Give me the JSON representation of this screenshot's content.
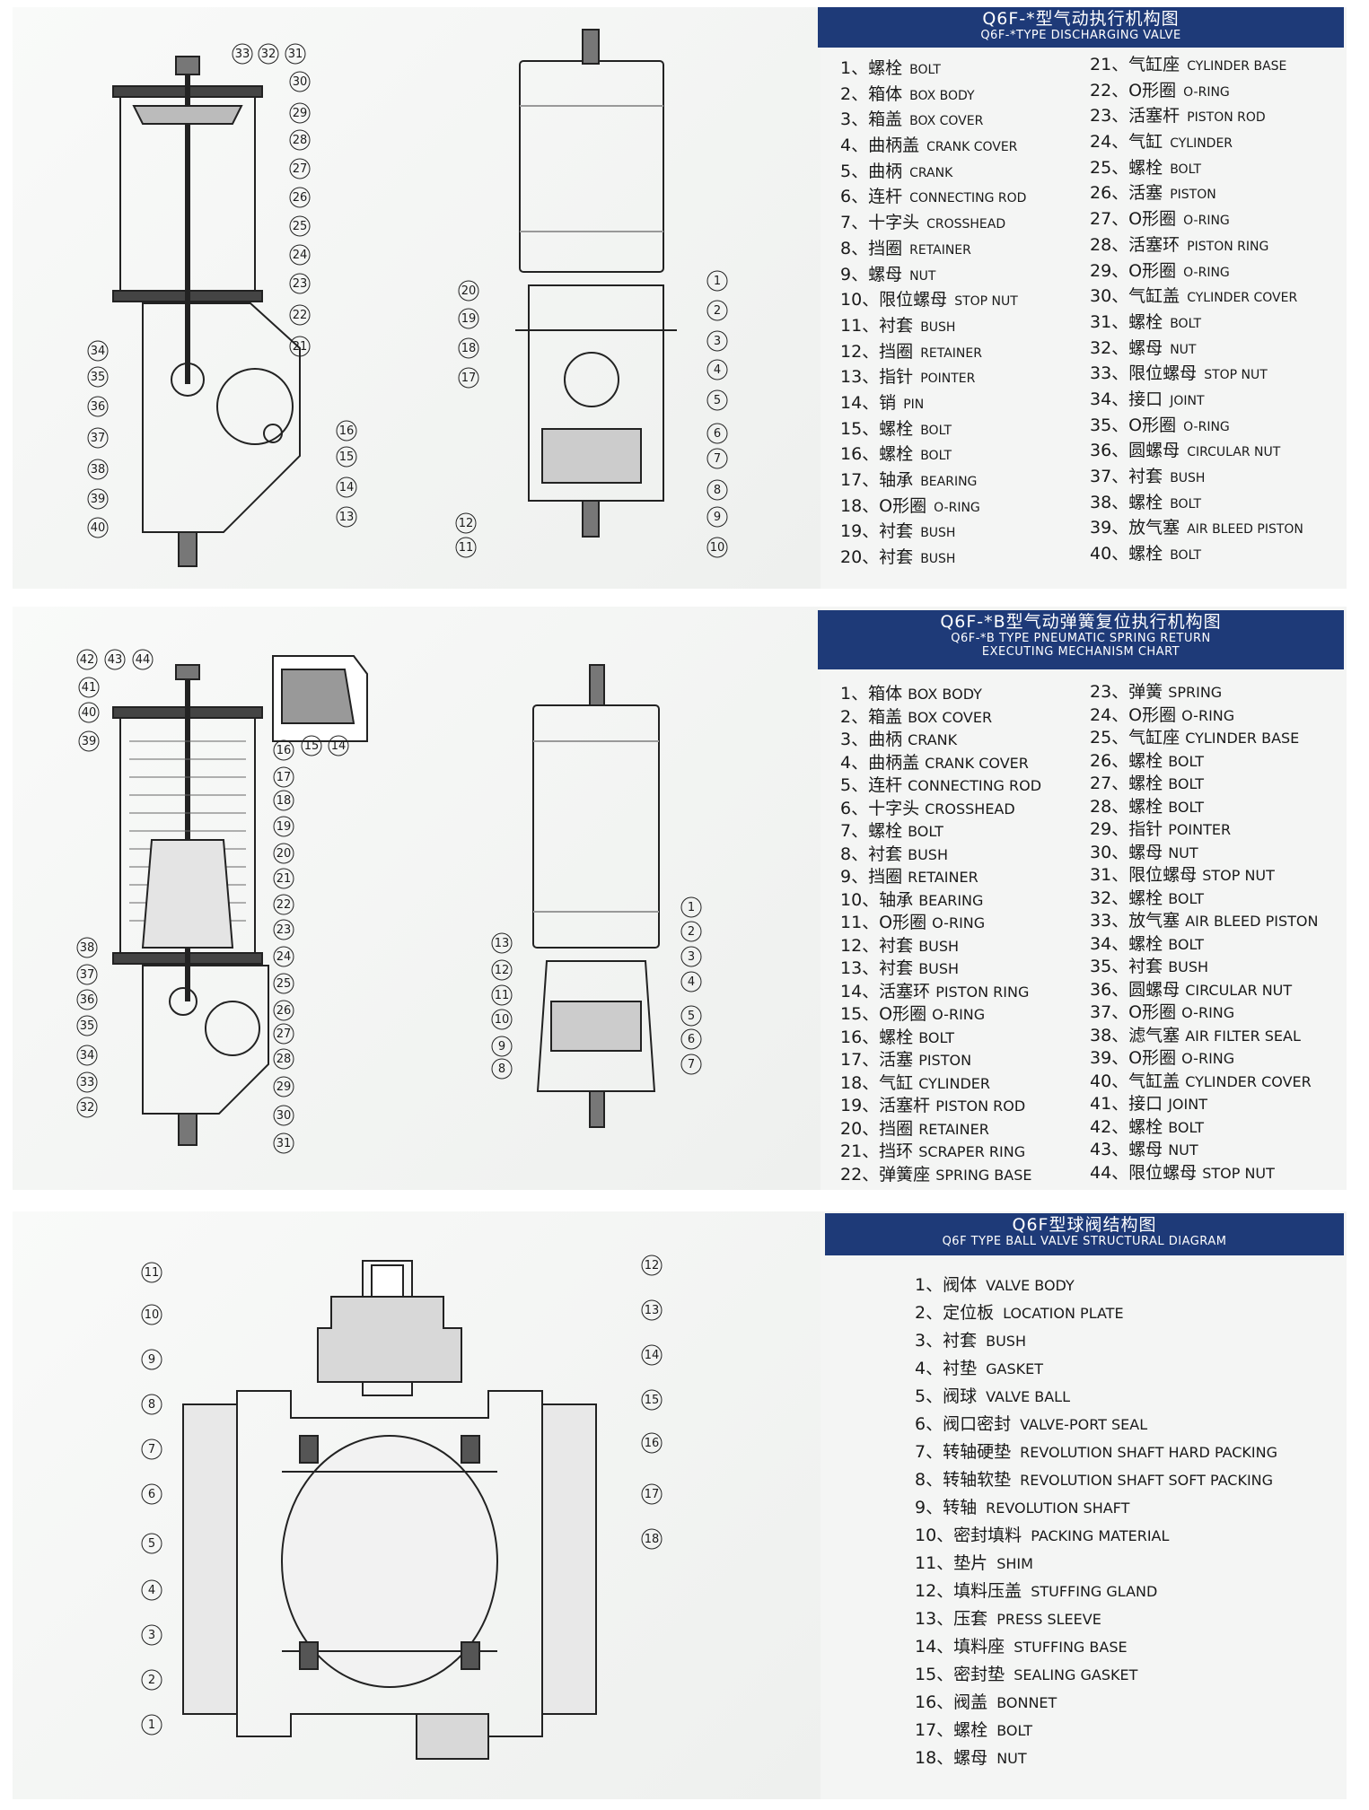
{
  "sections": [
    {
      "title_zh": "Q6F-*型气动执行机构图",
      "title_en": "Q6F-*TYPE DISCHARGING VALVE",
      "parts_col1": [
        {
          "zh": "1、螺栓",
          "en": "BOLT"
        },
        {
          "zh": "2、箱体",
          "en": "BOX BODY"
        },
        {
          "zh": "3、箱盖",
          "en": "BOX COVER"
        },
        {
          "zh": "4、曲柄盖",
          "en": "CRANK COVER"
        },
        {
          "zh": "5、曲柄",
          "en": "CRANK"
        },
        {
          "zh": "6、连杆",
          "en": "CONNECTING ROD"
        },
        {
          "zh": "7、十字头",
          "en": "CROSSHEAD"
        },
        {
          "zh": "8、挡圈",
          "en": "RETAINER"
        },
        {
          "zh": "9、螺母",
          "en": "NUT"
        },
        {
          "zh": "10、限位螺母",
          "en": "STOP NUT"
        },
        {
          "zh": "11、衬套",
          "en": "BUSH"
        },
        {
          "zh": "12、挡圈",
          "en": "RETAINER"
        },
        {
          "zh": "13、指针",
          "en": "POINTER"
        },
        {
          "zh": "14、销",
          "en": "PIN"
        },
        {
          "zh": "15、螺栓",
          "en": "BOLT"
        },
        {
          "zh": "16、螺栓",
          "en": "BOLT"
        },
        {
          "zh": "17、轴承",
          "en": "BEARING"
        },
        {
          "zh": "18、O形圈",
          "en": "O-RING"
        },
        {
          "zh": "19、衬套",
          "en": "BUSH"
        },
        {
          "zh": "20、衬套",
          "en": "BUSH"
        }
      ],
      "parts_col2": [
        {
          "zh": "21、气缸座",
          "en": "CYLINDER BASE"
        },
        {
          "zh": "22、O形圈",
          "en": "O-RING"
        },
        {
          "zh": "23、活塞杆",
          "en": "PISTON ROD"
        },
        {
          "zh": "24、气缸",
          "en": "CYLINDER"
        },
        {
          "zh": "25、螺栓",
          "en": "BOLT"
        },
        {
          "zh": "26、活塞",
          "en": "PISTON"
        },
        {
          "zh": "27、O形圈",
          "en": "O-RING"
        },
        {
          "zh": "28、活塞环",
          "en": "PISTON RING"
        },
        {
          "zh": "29、O形圈",
          "en": "O-RING"
        },
        {
          "zh": "30、气缸盖",
          "en": "CYLINDER COVER"
        },
        {
          "zh": "31、螺栓",
          "en": "BOLT"
        },
        {
          "zh": "32、螺母",
          "en": "NUT"
        },
        {
          "zh": "33、限位螺母",
          "en": "STOP NUT"
        },
        {
          "zh": "34、接口",
          "en": "JOINT"
        },
        {
          "zh": "35、O形圈",
          "en": "O-RING"
        },
        {
          "zh": "36、圆螺母",
          "en": "CIRCULAR NUT"
        },
        {
          "zh": "37、衬套",
          "en": "BUSH"
        },
        {
          "zh": "38、螺栓",
          "en": "BOLT"
        },
        {
          "zh": "39、放气塞",
          "en": "AIR BLEED PISTON"
        },
        {
          "zh": "40、螺栓",
          "en": "BOLT"
        }
      ],
      "callouts_left": [
        "33",
        "32",
        "31",
        "30",
        "29",
        "28",
        "27",
        "26",
        "25",
        "24",
        "23",
        "22",
        "21",
        "34",
        "35",
        "36",
        "37",
        "38",
        "39",
        "40",
        "16",
        "15",
        "14",
        "13"
      ],
      "callouts_right": [
        "20",
        "19",
        "18",
        "17",
        "1",
        "2",
        "3",
        "4",
        "5",
        "6",
        "7",
        "8",
        "9",
        "10",
        "12",
        "11"
      ]
    },
    {
      "title_zh": "Q6F-*B型气动弹簧复位执行机构图",
      "title_en_1": "Q6F-*B TYPE PNEUMATIC SPRING RETURN",
      "title_en_2": "EXECUTING MECHANISM CHART",
      "parts_col1": [
        {
          "zh": "1、箱体",
          "en": "BOX BODY"
        },
        {
          "zh": "2、箱盖",
          "en": "BOX COVER"
        },
        {
          "zh": "3、曲柄",
          "en": "CRANK"
        },
        {
          "zh": "4、曲柄盖",
          "en": "CRANK COVER"
        },
        {
          "zh": "5、连杆",
          "en": "CONNECTING ROD"
        },
        {
          "zh": "6、十字头",
          "en": "CROSSHEAD"
        },
        {
          "zh": "7、螺栓",
          "en": "BOLT"
        },
        {
          "zh": "8、衬套",
          "en": "BUSH"
        },
        {
          "zh": "9、挡圈",
          "en": "RETAINER"
        },
        {
          "zh": "10、轴承",
          "en": "BEARING"
        },
        {
          "zh": "11、O形圈",
          "en": "O-RING"
        },
        {
          "zh": "12、衬套",
          "en": "BUSH"
        },
        {
          "zh": "13、衬套",
          "en": "BUSH"
        },
        {
          "zh": "14、活塞环",
          "en": "PISTON RING"
        },
        {
          "zh": "15、O形圈",
          "en": "O-RING"
        },
        {
          "zh": "16、螺栓",
          "en": "BOLT"
        },
        {
          "zh": "17、活塞",
          "en": "PISTON"
        },
        {
          "zh": "18、气缸",
          "en": "CYLINDER"
        },
        {
          "zh": "19、活塞杆",
          "en": "PISTON ROD"
        },
        {
          "zh": "20、挡圈",
          "en": "RETAINER"
        },
        {
          "zh": "21、挡环",
          "en": "SCRAPER RING"
        },
        {
          "zh": "22、弹簧座",
          "en": "SPRING BASE"
        }
      ],
      "parts_col2": [
        {
          "zh": "23、弹簧",
          "en": "SPRING"
        },
        {
          "zh": "24、O形圈",
          "en": "O-RING"
        },
        {
          "zh": "25、气缸座",
          "en": "CYLINDER BASE"
        },
        {
          "zh": "26、螺栓",
          "en": "BOLT"
        },
        {
          "zh": "27、螺栓",
          "en": "BOLT"
        },
        {
          "zh": "28、螺栓",
          "en": "BOLT"
        },
        {
          "zh": "29、指针",
          "en": "POINTER"
        },
        {
          "zh": "30、螺母",
          "en": "NUT"
        },
        {
          "zh": "31、限位螺母",
          "en": "STOP NUT"
        },
        {
          "zh": "32、螺栓",
          "en": "BOLT"
        },
        {
          "zh": "33、放气塞",
          "en": "AIR BLEED PISTON"
        },
        {
          "zh": "34、螺栓",
          "en": "BOLT"
        },
        {
          "zh": "35、衬套",
          "en": "BUSH"
        },
        {
          "zh": "36、圆螺母",
          "en": "CIRCULAR NUT"
        },
        {
          "zh": "37、O形圈",
          "en": "O-RING"
        },
        {
          "zh": "38、滤气塞",
          "en": "AIR FILTER SEAL"
        },
        {
          "zh": "39、O形圈",
          "en": "O-RING"
        },
        {
          "zh": "40、气缸盖",
          "en": "CYLINDER COVER"
        },
        {
          "zh": "41、接口",
          "en": "JOINT"
        },
        {
          "zh": "42、螺栓",
          "en": "BOLT"
        },
        {
          "zh": "43、螺母",
          "en": "NUT"
        },
        {
          "zh": "44、限位螺母",
          "en": "STOP NUT"
        }
      ],
      "callouts_left": [
        "42",
        "43",
        "44",
        "41",
        "40",
        "39",
        "16",
        "15",
        "14",
        "17",
        "18",
        "19",
        "20",
        "21",
        "22",
        "23",
        "24",
        "25",
        "26",
        "27",
        "28",
        "29",
        "30",
        "31",
        "38",
        "37",
        "36",
        "35",
        "34",
        "33",
        "32"
      ],
      "callouts_right": [
        "1",
        "2",
        "3",
        "4",
        "5",
        "6",
        "7",
        "13",
        "12",
        "11",
        "10",
        "9",
        "8"
      ]
    },
    {
      "title_zh": "Q6F型球阀结构图",
      "title_en": "Q6F TYPE BALL VALVE STRUCTURAL DIAGRAM",
      "parts": [
        {
          "zh": "1、阀体",
          "en": "VALVE BODY"
        },
        {
          "zh": "2、定位板",
          "en": "LOCATION PLATE"
        },
        {
          "zh": "3、衬套",
          "en": "BUSH"
        },
        {
          "zh": "4、衬垫",
          "en": "GASKET"
        },
        {
          "zh": "5、阀球",
          "en": "VALVE BALL"
        },
        {
          "zh": "6、阀口密封",
          "en": "VALVE-PORT SEAL"
        },
        {
          "zh": "7、转轴硬垫",
          "en": "REVOLUTION SHAFT HARD PACKING"
        },
        {
          "zh": "8、转轴软垫",
          "en": "REVOLUTION SHAFT SOFT PACKING"
        },
        {
          "zh": "9、转轴",
          "en": "REVOLUTION SHAFT"
        },
        {
          "zh": "10、密封填料",
          "en": "PACKING MATERIAL"
        },
        {
          "zh": "11、垫片",
          "en": "SHIM"
        },
        {
          "zh": "12、填料压盖",
          "en": "STUFFING GLAND"
        },
        {
          "zh": "13、压套",
          "en": "PRESS SLEEVE"
        },
        {
          "zh": "14、填料座",
          "en": "STUFFING BASE"
        },
        {
          "zh": "15、密封垫",
          "en": "SEALING GASKET"
        },
        {
          "zh": "16、阀盖",
          "en": "BONNET"
        },
        {
          "zh": "17、螺栓",
          "en": "BOLT"
        },
        {
          "zh": "18、螺母",
          "en": "NUT"
        }
      ],
      "callouts_left": [
        "11",
        "10",
        "9",
        "8",
        "7",
        "6",
        "5",
        "4",
        "3",
        "2",
        "1"
      ],
      "callouts_right": [
        "12",
        "13",
        "14",
        "15",
        "16",
        "17",
        "18"
      ]
    }
  ]
}
